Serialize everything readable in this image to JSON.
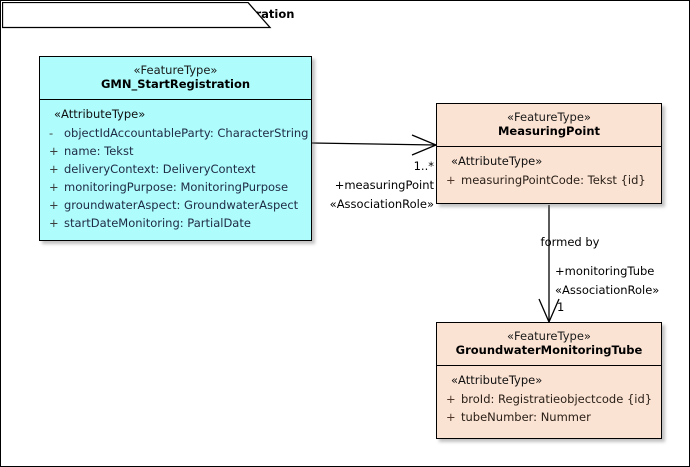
{
  "frame": {
    "title": "class Brondocument GMN_StartRegistration"
  },
  "colors": {
    "cyan_fill": "#aefcfc",
    "peach_fill": "#fbe3d3",
    "border": "#000000",
    "canvas": "#ffffff"
  },
  "classes": [
    {
      "id": "gmn-startregistration",
      "stereotype": "«FeatureType»",
      "name": "GMN_StartRegistration",
      "compartment_stereotype": "«AttributeType»",
      "attributes": [
        {
          "visibility": "-",
          "text": "objectIdAccountableParty: CharacterString"
        },
        {
          "visibility": "+",
          "text": "name: Tekst"
        },
        {
          "visibility": "+",
          "text": "deliveryContext: DeliveryContext"
        },
        {
          "visibility": "+",
          "text": "monitoringPurpose: MonitoringPurpose"
        },
        {
          "visibility": "+",
          "text": "groundwaterAspect: GroundwaterAspect"
        },
        {
          "visibility": "+",
          "text": "startDateMonitoring: PartialDate"
        }
      ]
    },
    {
      "id": "measuringpoint",
      "stereotype": "«FeatureType»",
      "name": "MeasuringPoint",
      "compartment_stereotype": "«AttributeType»",
      "attributes": [
        {
          "visibility": "+",
          "text": "measuringPointCode: Tekst {id}"
        }
      ]
    },
    {
      "id": "groundwatermonitoringtube",
      "stereotype": "«FeatureType»",
      "name": "GroundwaterMonitoringTube",
      "compartment_stereotype": "«AttributeType»",
      "attributes": [
        {
          "visibility": "+",
          "text": "broId: Registratieobjectcode {id}"
        },
        {
          "visibility": "+",
          "text": "tubeNumber: Nummer"
        }
      ]
    }
  ],
  "associations": [
    {
      "id": "gmn-to-measuringpoint",
      "from": "GMN_StartRegistration",
      "to": "MeasuringPoint",
      "multiplicity": "1..*",
      "role": "+measuringPoint",
      "stereotype": "«AssociationRole»",
      "name": ""
    },
    {
      "id": "measuringpoint-to-tube",
      "from": "MeasuringPoint",
      "to": "GroundwaterMonitoringTube",
      "multiplicity": "1",
      "role": "+monitoringTube",
      "stereotype": "«AssociationRole»",
      "name": "formed by"
    }
  ]
}
